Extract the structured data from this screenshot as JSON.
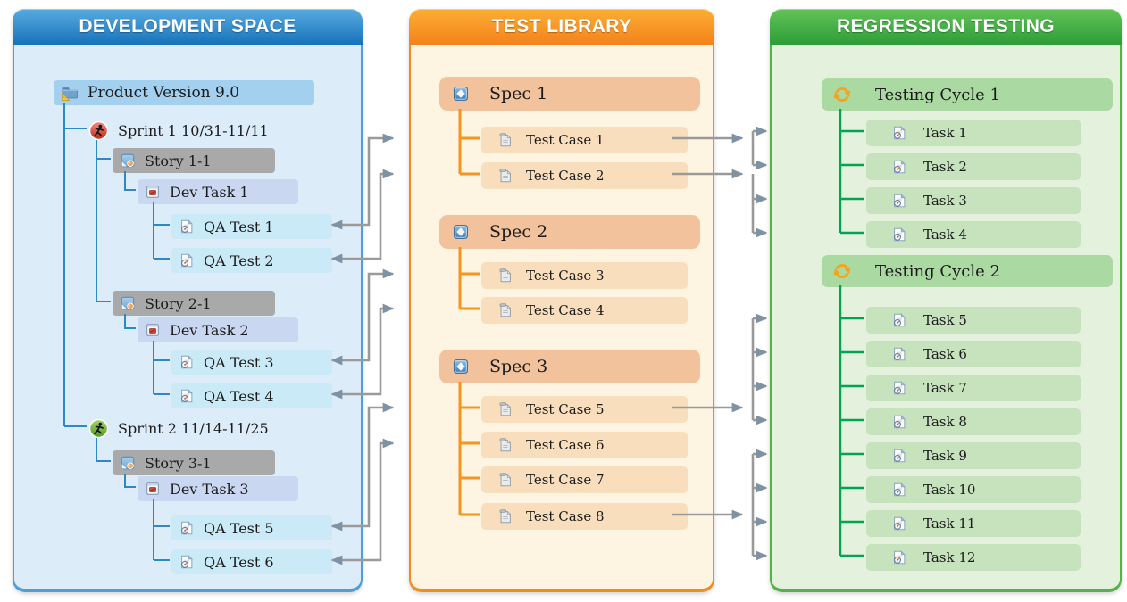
{
  "panels": {
    "development": {
      "title": "DEVELOPMENT SPACE",
      "items": [
        {
          "label": "Product Version 9.0",
          "icon": "folder-icon"
        },
        {
          "label": "Sprint 1 10/31-11/11",
          "icon": "runner-icon-red"
        },
        {
          "label": "Story 1-1",
          "icon": "story-note-icon"
        },
        {
          "label": "Dev Task 1",
          "icon": "dev-task-icon"
        },
        {
          "label": "QA Test 1",
          "icon": "doc-gauge-icon"
        },
        {
          "label": "QA Test 2",
          "icon": "doc-gauge-icon"
        },
        {
          "label": "Story 2-1",
          "icon": "story-note-icon"
        },
        {
          "label": "Dev Task 2",
          "icon": "dev-task-icon"
        },
        {
          "label": "QA Test 3",
          "icon": "doc-gauge-icon"
        },
        {
          "label": "QA Test 4",
          "icon": "doc-gauge-icon"
        },
        {
          "label": "Sprint 2 11/14-11/25",
          "icon": "runner-icon-green"
        },
        {
          "label": "Story 3-1",
          "icon": "story-note-icon"
        },
        {
          "label": "Dev Task 3",
          "icon": "dev-task-icon"
        },
        {
          "label": "QA Test 5",
          "icon": "doc-gauge-icon"
        },
        {
          "label": "QA Test 6",
          "icon": "doc-gauge-icon"
        }
      ]
    },
    "test_library": {
      "title": "TEST LIBRARY",
      "items": [
        {
          "label": "Spec 1",
          "icon": "diamond-square-icon"
        },
        {
          "label": "Test Case 1",
          "icon": "doc-clip-icon"
        },
        {
          "label": "Test Case 2",
          "icon": "doc-clip-icon"
        },
        {
          "label": "Spec 2",
          "icon": "diamond-square-icon"
        },
        {
          "label": "Test Case 3",
          "icon": "doc-clip-icon"
        },
        {
          "label": "Test Case 4",
          "icon": "doc-clip-icon"
        },
        {
          "label": "Spec 3",
          "icon": "diamond-square-icon"
        },
        {
          "label": "Test Case 5",
          "icon": "doc-clip-icon"
        },
        {
          "label": "Test Case 6",
          "icon": "doc-clip-icon"
        },
        {
          "label": "Test Case 7",
          "icon": "doc-clip-icon"
        },
        {
          "label": "Test Case 8",
          "icon": "doc-clip-icon"
        }
      ]
    },
    "regression": {
      "title": "REGRESSION TESTING",
      "items": [
        {
          "label": "Testing Cycle 1",
          "icon": "refresh-icon"
        },
        {
          "label": "Task 1",
          "icon": "doc-gauge-icon"
        },
        {
          "label": "Task 2",
          "icon": "doc-gauge-icon"
        },
        {
          "label": "Task 3",
          "icon": "doc-gauge-icon"
        },
        {
          "label": "Task 4",
          "icon": "doc-gauge-icon"
        },
        {
          "label": "Testing Cycle 2",
          "icon": "refresh-icon"
        },
        {
          "label": "Task 5",
          "icon": "doc-gauge-icon"
        },
        {
          "label": "Task 6",
          "icon": "doc-gauge-icon"
        },
        {
          "label": "Task 7",
          "icon": "doc-gauge-icon"
        },
        {
          "label": "Task 8",
          "icon": "doc-gauge-icon"
        },
        {
          "label": "Task 9",
          "icon": "doc-gauge-icon"
        },
        {
          "label": "Task 10",
          "icon": "doc-gauge-icon"
        },
        {
          "label": "Task 11",
          "icon": "doc-gauge-icon"
        },
        {
          "label": "Task 12",
          "icon": "doc-gauge-icon"
        }
      ]
    }
  },
  "connections": {
    "qa_test_to_test_case": [
      [
        "QA Test 1",
        "Test Case 1"
      ],
      [
        "QA Test 2",
        "Test Case 2"
      ],
      [
        "QA Test 3",
        "Test Case 3"
      ],
      [
        "QA Test 4",
        "Test Case 4"
      ],
      [
        "QA Test 5",
        "Test Case 5"
      ],
      [
        "QA Test 6",
        "Test Case 6"
      ]
    ],
    "test_case_to_tasks": {
      "Test Case 1": [
        "Task 1",
        "Task 2"
      ],
      "Test Case 2": [
        "Task 3",
        "Task 4"
      ],
      "Test Case 5": [
        "Task 5",
        "Task 6",
        "Task 7",
        "Task 8"
      ],
      "Test Case 8": [
        "Task 9",
        "Task 10",
        "Task 11",
        "Task 12"
      ]
    }
  },
  "colors": {
    "dev_accent": "#1B76BC",
    "lib_accent": "#F7941D",
    "reg_accent": "#33A02C",
    "arrow_line": "#9A9A9A",
    "arrow_head": "#7E92A3"
  }
}
